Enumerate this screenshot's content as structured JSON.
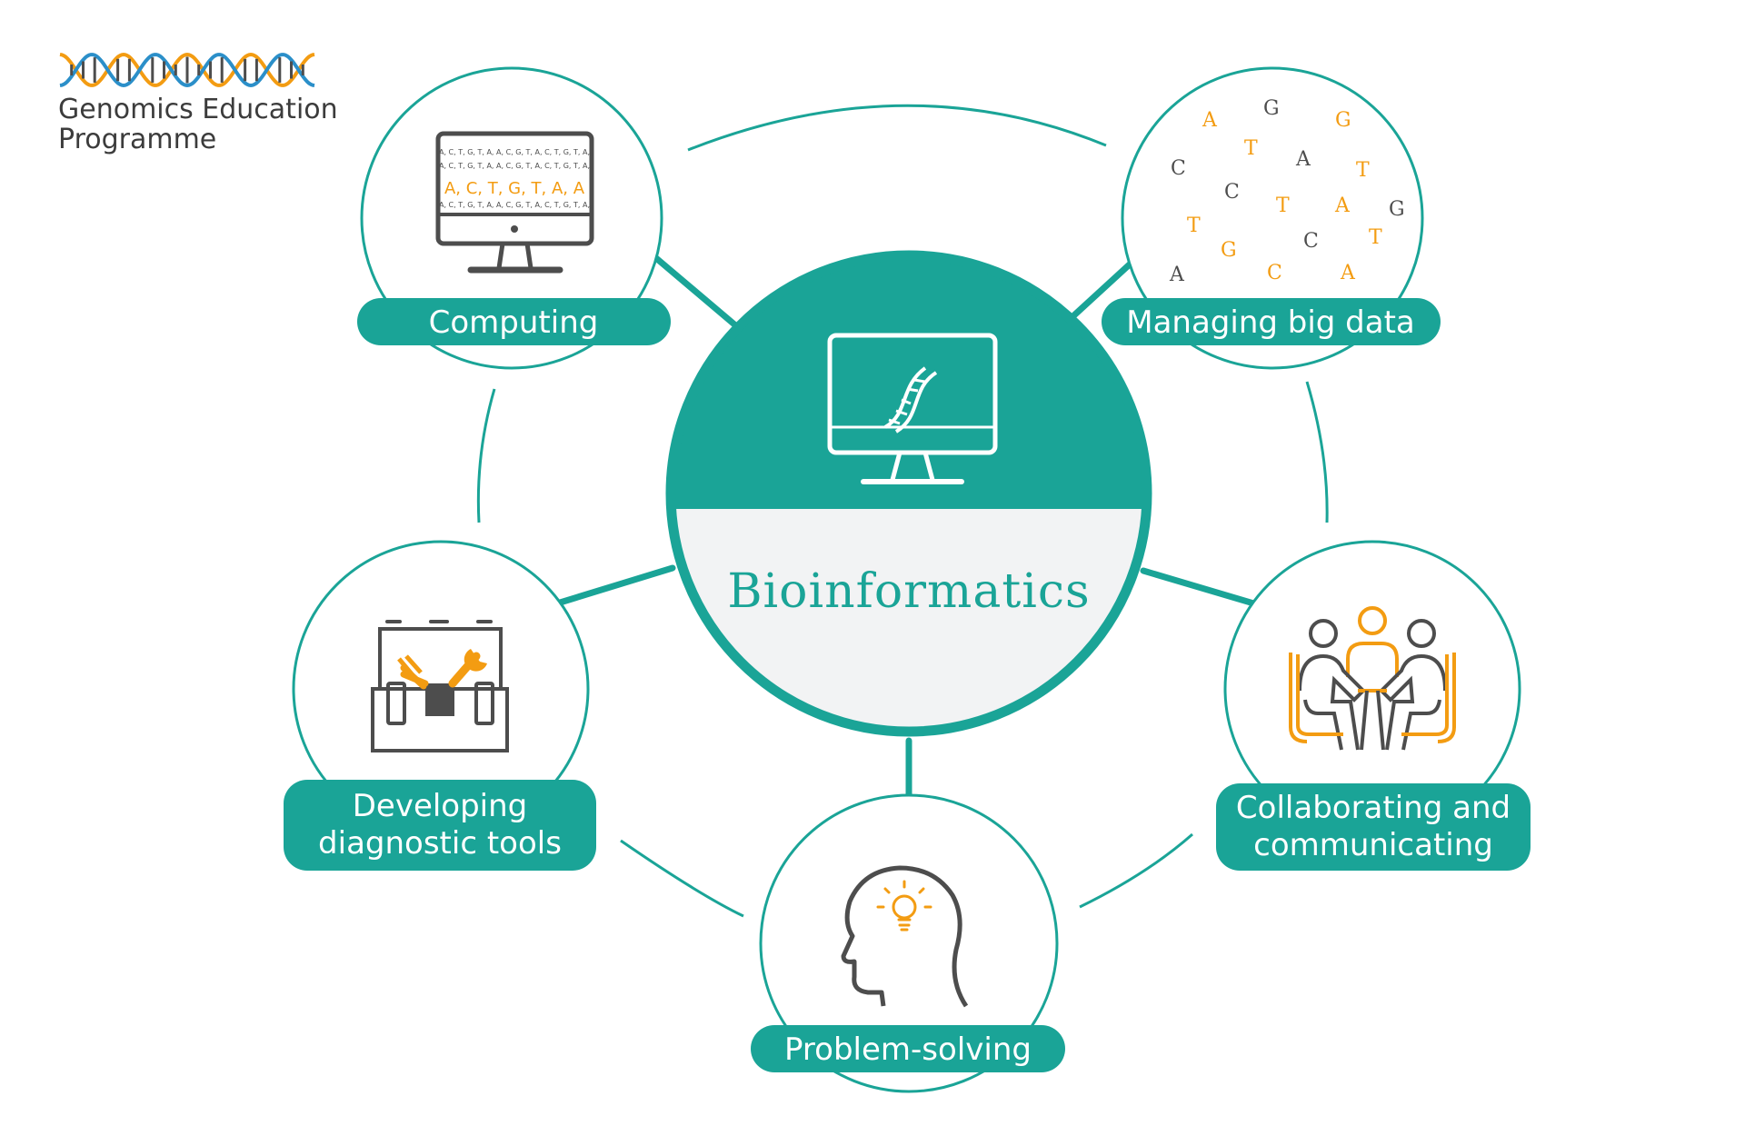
{
  "logo": {
    "line1": "Genomics Education",
    "line2": "Programme"
  },
  "center": {
    "title": "Bioinformatics",
    "icon": "computer-dna-icon"
  },
  "nodes": [
    {
      "id": "computing",
      "label_lines": [
        "Computing"
      ],
      "icon": "computer-sequence-icon"
    },
    {
      "id": "managing-big-data",
      "label_lines": [
        "Managing big data"
      ],
      "icon": "scattered-bases-icon"
    },
    {
      "id": "developing-diagnostic-tools",
      "label_lines": [
        "Developing",
        "diagnostic tools"
      ],
      "icon": "toolbox-icon"
    },
    {
      "id": "collaborating-and-communicating",
      "label_lines": [
        "Collaborating and",
        "communicating"
      ],
      "icon": "meeting-people-icon"
    },
    {
      "id": "problem-solving",
      "label_lines": [
        "Problem-solving"
      ],
      "icon": "head-lightbulb-icon"
    }
  ],
  "sequence_screen": {
    "small_row": "A, C, T, G, T, A, A, C, G, T, A, C, T, G, T, A,",
    "big_row": "A, C, T, G, T, A, A"
  },
  "bases": [
    {
      "ch": "A",
      "orange": true
    },
    {
      "ch": "G",
      "orange": false
    },
    {
      "ch": "G",
      "orange": true
    },
    {
      "ch": "T",
      "orange": true
    },
    {
      "ch": "C",
      "orange": false
    },
    {
      "ch": "A",
      "orange": false
    },
    {
      "ch": "T",
      "orange": true
    },
    {
      "ch": "C",
      "orange": false
    },
    {
      "ch": "T",
      "orange": true
    },
    {
      "ch": "A",
      "orange": true
    },
    {
      "ch": "G",
      "orange": false
    },
    {
      "ch": "T",
      "orange": true
    },
    {
      "ch": "C",
      "orange": false
    },
    {
      "ch": "T",
      "orange": true
    },
    {
      "ch": "G",
      "orange": true
    },
    {
      "ch": "A",
      "orange": false
    },
    {
      "ch": "C",
      "orange": true
    },
    {
      "ch": "A",
      "orange": true
    }
  ],
  "colors": {
    "teal": "#1aa497",
    "orange": "#f39c12",
    "grey": "#4d4d4d",
    "light": "#f2f3f4",
    "blue": "#2b8fc9"
  }
}
